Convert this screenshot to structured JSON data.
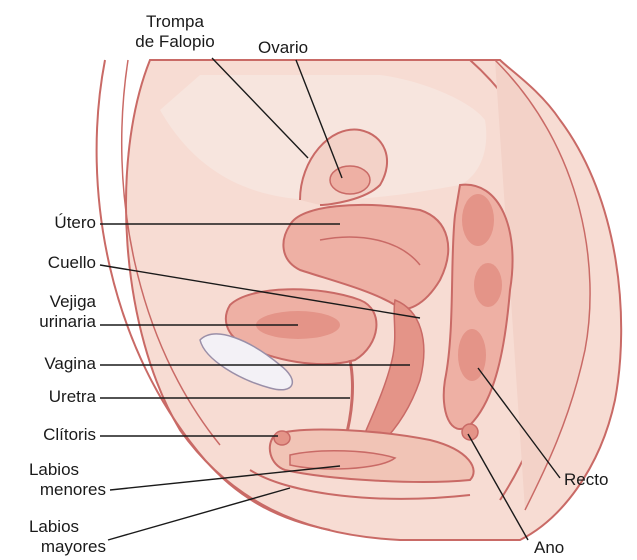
{
  "colors": {
    "background": "#ffffff",
    "body_outline": "#c96a66",
    "tissue_light": "#f7dcd3",
    "tissue_mid": "#f1c4b6",
    "organ_pink": "#eeb0a4",
    "organ_deep": "#e49488",
    "pubic_bone": "#f3f1f6",
    "leader_line": "#1a1a1a"
  },
  "labels": {
    "trompa_line1": "Trompa",
    "trompa_line2": "de Falopio",
    "ovario": "Ovario",
    "utero": "Útero",
    "cuello": "Cuello",
    "vejiga_line1": "Vejiga",
    "vejiga_line2": "urinaria",
    "vagina": "Vagina",
    "uretra": "Uretra",
    "clitoris": "Clítoris",
    "labios_menores_line1": "Labios",
    "labios_menores_line2": "menores",
    "labios_mayores_line1": "Labios",
    "labios_mayores_line2": "mayores",
    "recto": "Recto",
    "ano": "Ano"
  }
}
